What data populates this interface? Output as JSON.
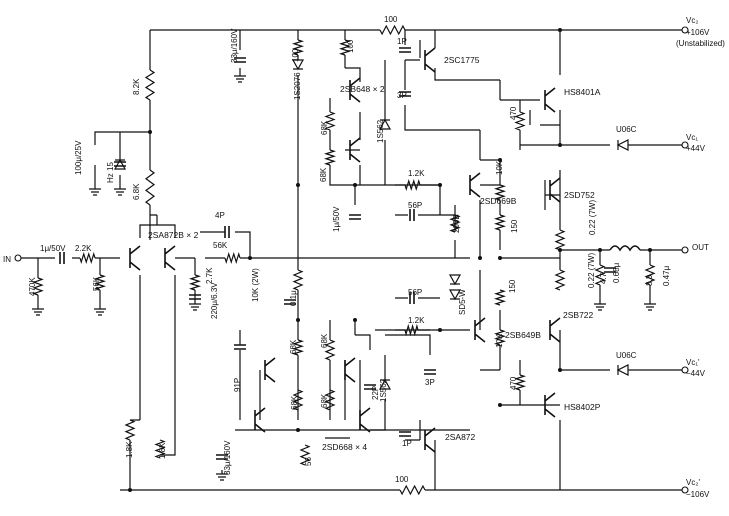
{
  "labels": {
    "in": "IN",
    "out": "OUT",
    "vc2_plus": "Vc₂",
    "plus_106v": "+106V",
    "unstabilized": "(Unstabilized)",
    "vc1_plus": "Vc₁",
    "plus_44v": "+44V",
    "vc1_minus": "Vc₁'",
    "minus_44v": "−44V",
    "vc2_minus": "Vc₂'",
    "minus_106v": "−106V"
  },
  "parts": {
    "r100_top": "100",
    "r100_bottom": "100",
    "r82k": "8.2K",
    "r68k_left": "6.8K",
    "c100u25": "100μ/25V",
    "hz15": "Hz 15",
    "c1u50_in": "1μ/50V",
    "r22k": "2.2K",
    "r470k": "470K",
    "r56k_in": "56K",
    "q_2sa872b": "2SA872B × 2",
    "c4p": "4P",
    "r56k_fb": "56K",
    "r27k": "2.7K",
    "c220u": "220μ/6.3V",
    "c33u_top": "33μ/160V",
    "r100_col": "100",
    "d1s2076": "1S2076",
    "r100_b648": "100",
    "q_2sb648": "2SB648 × 2",
    "r68k_a": "68K",
    "r68k_b": "68K",
    "d1s562_top": "1S562",
    "c1p_top": "1P",
    "c3p_top": "3P",
    "q_2sc1775": "2SC1775",
    "q_hs8401a": "HS8401A",
    "r470_top": "470",
    "d_u06c_top": "U06C",
    "r12k_top": "1.2K",
    "c56p_top": "56P",
    "r200b": "200B",
    "c1u50_mid": "1μ/50V",
    "r10k_top": "10K",
    "q_2sd669b": "2SD669B",
    "q_2sd752": "2SD752",
    "r150_top": "150",
    "r022_top": "0.22 (7W)",
    "r022_bot": "0.22 (7W)",
    "r47": "4.7",
    "c068u": "0.68μ",
    "r33": "3.3",
    "l047u": "0.47μ",
    "r10k2w": "10K (2W)",
    "c01u": "0.1μ",
    "d_sd5w": "SD5-W",
    "c56p_bot": "56P",
    "r12k_bot": "1.2K",
    "r10k_bot": "10K",
    "q_2sb649b": "2SB649B",
    "q_2sb722": "2SB722",
    "r150_bot": "150",
    "d_u06c_bot": "U06C",
    "r470_bot": "470",
    "q_hs8402p": "HS8402P",
    "r68k_c": "68K",
    "r68k_d": "68K",
    "r68k_e": "68K",
    "r68k_f": "68K",
    "c91p": "91P",
    "c22p": "22P",
    "d1s562_bot": "1S562",
    "c3p_bot": "3P",
    "c1p_bot": "1P",
    "q_2sa872": "2SA872",
    "q_2sd668": "2SD668 × 4",
    "r56": "56",
    "c33u_bot": "33μ/160V",
    "r18k_a": "1.8K",
    "r18k_b": "1.8K"
  }
}
